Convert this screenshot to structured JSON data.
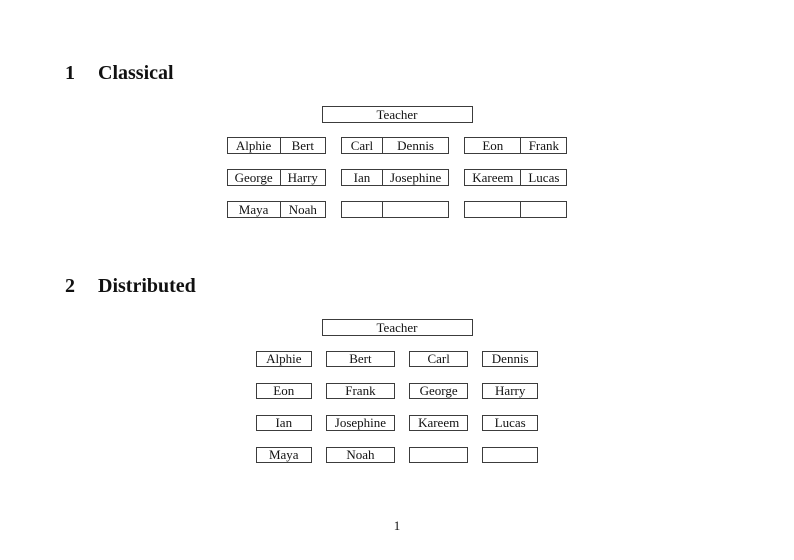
{
  "document": {
    "page_number": "1",
    "colors": {
      "background": "#ffffff",
      "text": "#111111",
      "box_border": "#3c3c3c"
    },
    "sections": [
      {
        "number": "1",
        "title": "Classical",
        "teacher_label": "Teacher",
        "rows": [
          [
            [
              "Alphie",
              "Bert"
            ],
            [
              "Carl",
              "Dennis"
            ],
            [
              "Eon",
              "Frank"
            ]
          ],
          [
            [
              "George",
              "Harry"
            ],
            [
              "Ian",
              "Josephine"
            ],
            [
              "Kareem",
              "Lucas"
            ]
          ],
          [
            [
              "Maya",
              "Noah"
            ],
            [
              "",
              ""
            ],
            [
              "",
              ""
            ]
          ]
        ]
      },
      {
        "number": "2",
        "title": "Distributed",
        "teacher_label": "Teacher",
        "rows": [
          [
            "Alphie",
            "Bert",
            "Carl",
            "Dennis"
          ],
          [
            "Eon",
            "Frank",
            "George",
            "Harry"
          ],
          [
            "Ian",
            "Josephine",
            "Kareem",
            "Lucas"
          ],
          [
            "Maya",
            "Noah",
            "",
            ""
          ]
        ]
      }
    ]
  }
}
